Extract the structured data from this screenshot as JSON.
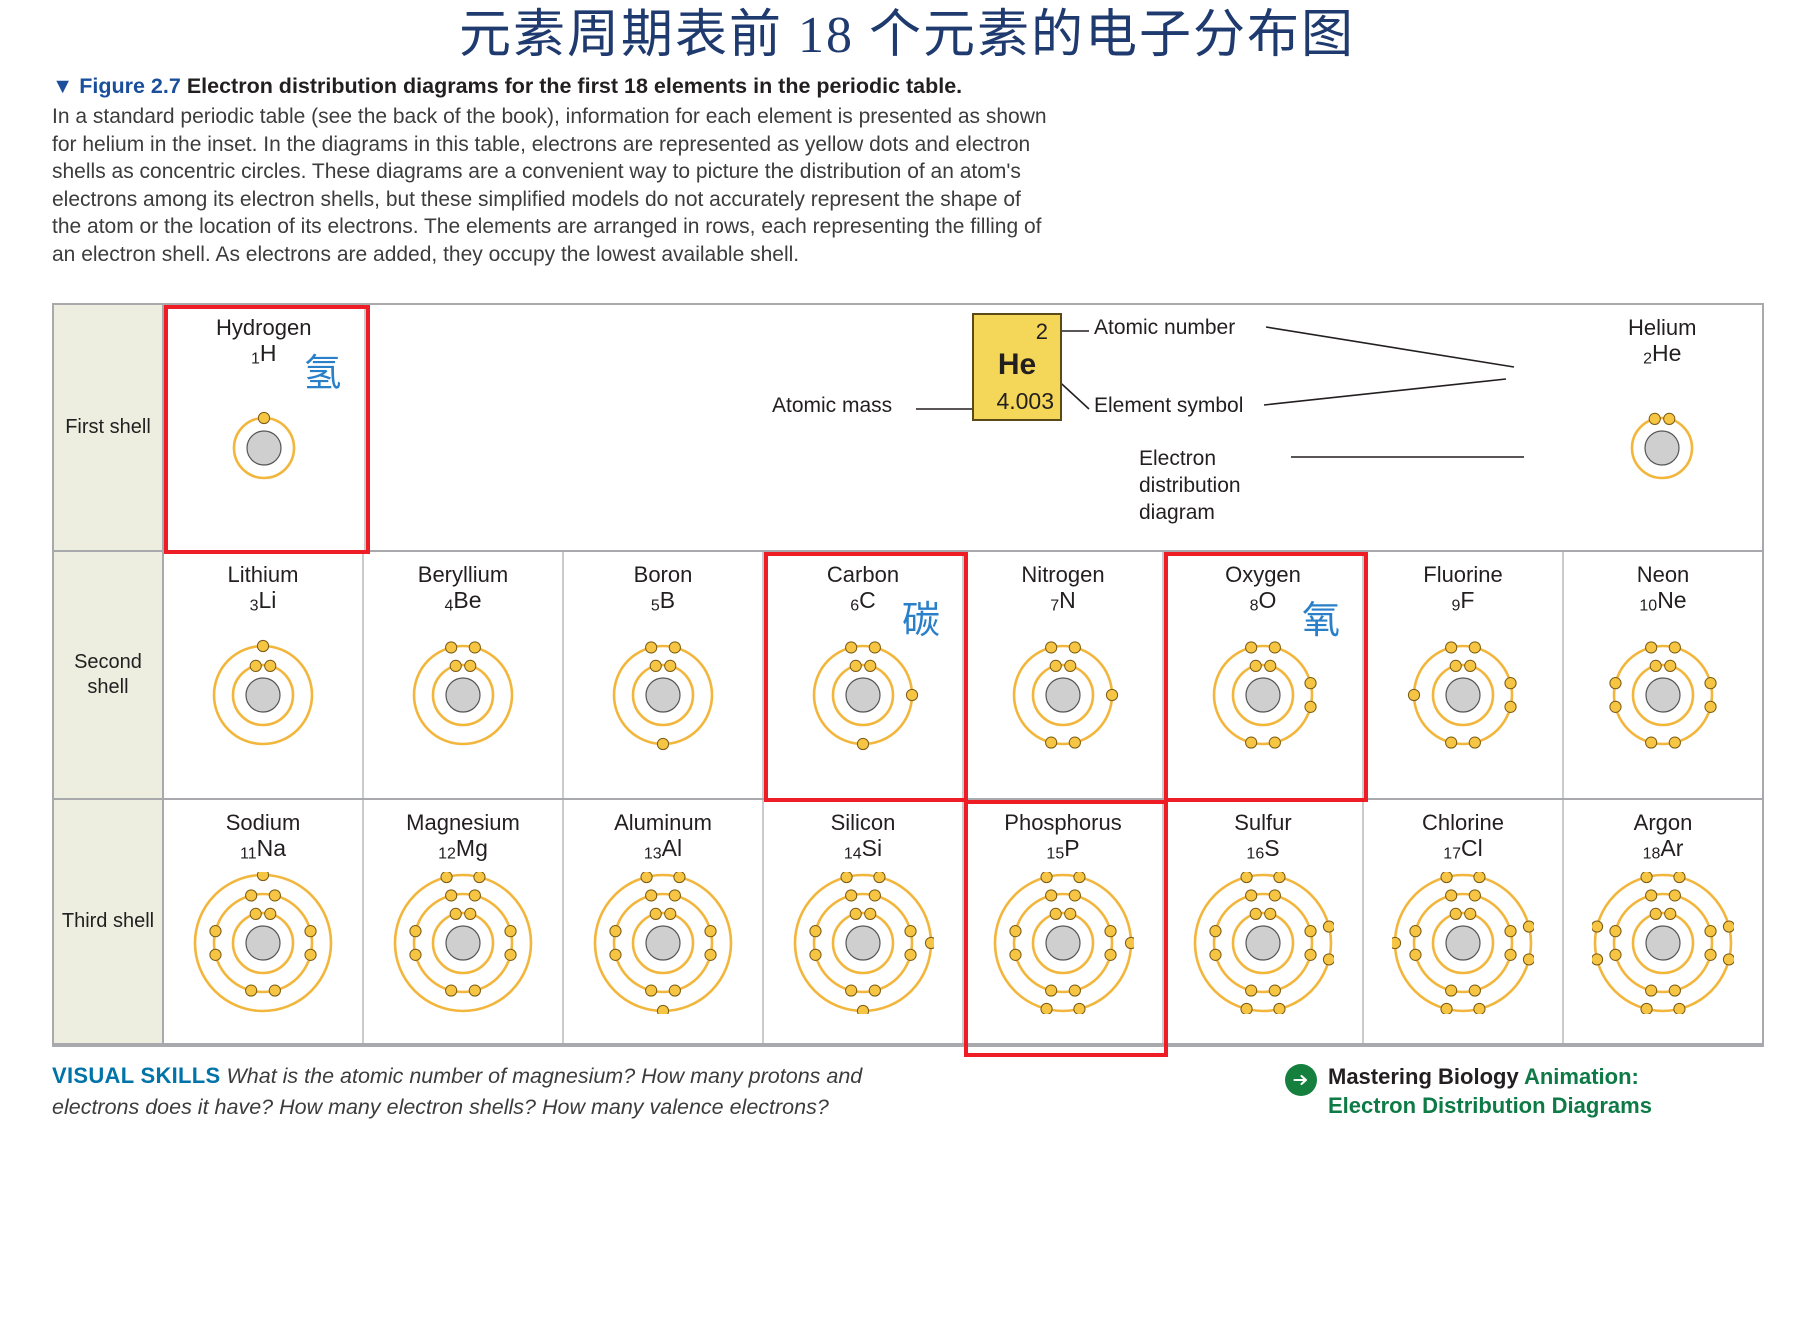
{
  "page": {
    "cn_title": "元素周期表前 18 个元素的电子分布图"
  },
  "caption": {
    "triangle": "▼",
    "figure_no": "Figure 2.7",
    "headline": "Electron distribution diagrams for the first 18 elements in the periodic table.",
    "body": "In a standard periodic table (see the back of the book), information for each element is presented as shown for helium in the inset. In the diagrams in this table, electrons are represented as yellow dots and electron shells as concentric circles. These diagrams are a convenient way to picture the distribution of an atom's electrons among its electron shells, but these simplified models do not accurately represent the shape of the atom or the location of its electrons. The elements are arranged in rows, each representing the filling of an electron shell. As electrons are added, they occupy the lowest available shell."
  },
  "inset": {
    "atomic_number": "2",
    "element_symbol": "He",
    "atomic_mass": "4.003",
    "label_atomic_number": "Atomic number",
    "label_element_symbol": "Element symbol",
    "label_atomic_mass": "Atomic mass",
    "label_edd": "Electron distribution diagram",
    "box_color": "#f4d759"
  },
  "row_labels": {
    "first": "First\nshell",
    "second": "Second\nshell",
    "third": "Third\nshell"
  },
  "colors": {
    "shell_ring": "#f2b63c",
    "electron_fill": "#f6c544",
    "electron_stroke": "#7a5a12",
    "nucleus_fill": "#cfcfcf",
    "nucleus_stroke": "#555555",
    "highlight_red": "#ee1c25",
    "cn_note_blue": "#2a7fc9",
    "title_blue": "#1f3a6e",
    "grid": "#a7a9ac",
    "row_label_bg": "#eeeee0"
  },
  "elements": [
    {
      "name": "Hydrogen",
      "number": "1",
      "symbol": "H",
      "shells": [
        1
      ],
      "highlight": true,
      "cn": "氢"
    },
    {
      "name": "Helium",
      "number": "2",
      "symbol": "He",
      "shells": [
        2
      ],
      "highlight": false,
      "cn": ""
    },
    {
      "name": "Lithium",
      "number": "3",
      "symbol": "Li",
      "shells": [
        2,
        1
      ],
      "highlight": false,
      "cn": ""
    },
    {
      "name": "Beryllium",
      "number": "4",
      "symbol": "Be",
      "shells": [
        2,
        2
      ],
      "highlight": false,
      "cn": ""
    },
    {
      "name": "Boron",
      "number": "5",
      "symbol": "B",
      "shells": [
        2,
        3
      ],
      "highlight": false,
      "cn": ""
    },
    {
      "name": "Carbon",
      "number": "6",
      "symbol": "C",
      "shells": [
        2,
        4
      ],
      "highlight": true,
      "cn": "碳"
    },
    {
      "name": "Nitrogen",
      "number": "7",
      "symbol": "N",
      "shells": [
        2,
        5
      ],
      "highlight": false,
      "cn": ""
    },
    {
      "name": "Oxygen",
      "number": "8",
      "symbol": "O",
      "shells": [
        2,
        6
      ],
      "highlight": true,
      "cn": "氧"
    },
    {
      "name": "Fluorine",
      "number": "9",
      "symbol": "F",
      "shells": [
        2,
        7
      ],
      "highlight": false,
      "cn": ""
    },
    {
      "name": "Neon",
      "number": "10",
      "symbol": "Ne",
      "shells": [
        2,
        8
      ],
      "highlight": false,
      "cn": ""
    },
    {
      "name": "Sodium",
      "number": "11",
      "symbol": "Na",
      "shells": [
        2,
        8,
        1
      ],
      "highlight": false,
      "cn": ""
    },
    {
      "name": "Magnesium",
      "number": "12",
      "symbol": "Mg",
      "shells": [
        2,
        8,
        2
      ],
      "highlight": false,
      "cn": ""
    },
    {
      "name": "Aluminum",
      "number": "13",
      "symbol": "Al",
      "shells": [
        2,
        8,
        3
      ],
      "highlight": false,
      "cn": ""
    },
    {
      "name": "Silicon",
      "number": "14",
      "symbol": "Si",
      "shells": [
        2,
        8,
        4
      ],
      "highlight": false,
      "cn": ""
    },
    {
      "name": "Phosphorus",
      "number": "15",
      "symbol": "P",
      "shells": [
        2,
        8,
        5
      ],
      "highlight": true,
      "cn": ""
    },
    {
      "name": "Sulfur",
      "number": "16",
      "symbol": "S",
      "shells": [
        2,
        8,
        6
      ],
      "highlight": false,
      "cn": ""
    },
    {
      "name": "Chlorine",
      "number": "17",
      "symbol": "Cl",
      "shells": [
        2,
        8,
        7
      ],
      "highlight": false,
      "cn": ""
    },
    {
      "name": "Argon",
      "number": "18",
      "symbol": "Ar",
      "shells": [
        2,
        8,
        8
      ],
      "highlight": false,
      "cn": ""
    }
  ],
  "visual_skills": {
    "tag": "VISUAL SKILLS",
    "question": "What is the atomic number of magnesium? How many protons and electrons does it have? How many electron shells? How many valence electrons?"
  },
  "mastering_biology": {
    "brand": "Mastering Biology",
    "kind": "Animation:",
    "topic": "Electron Distribution Diagrams",
    "arrow_icon": "arrow-right-icon"
  }
}
